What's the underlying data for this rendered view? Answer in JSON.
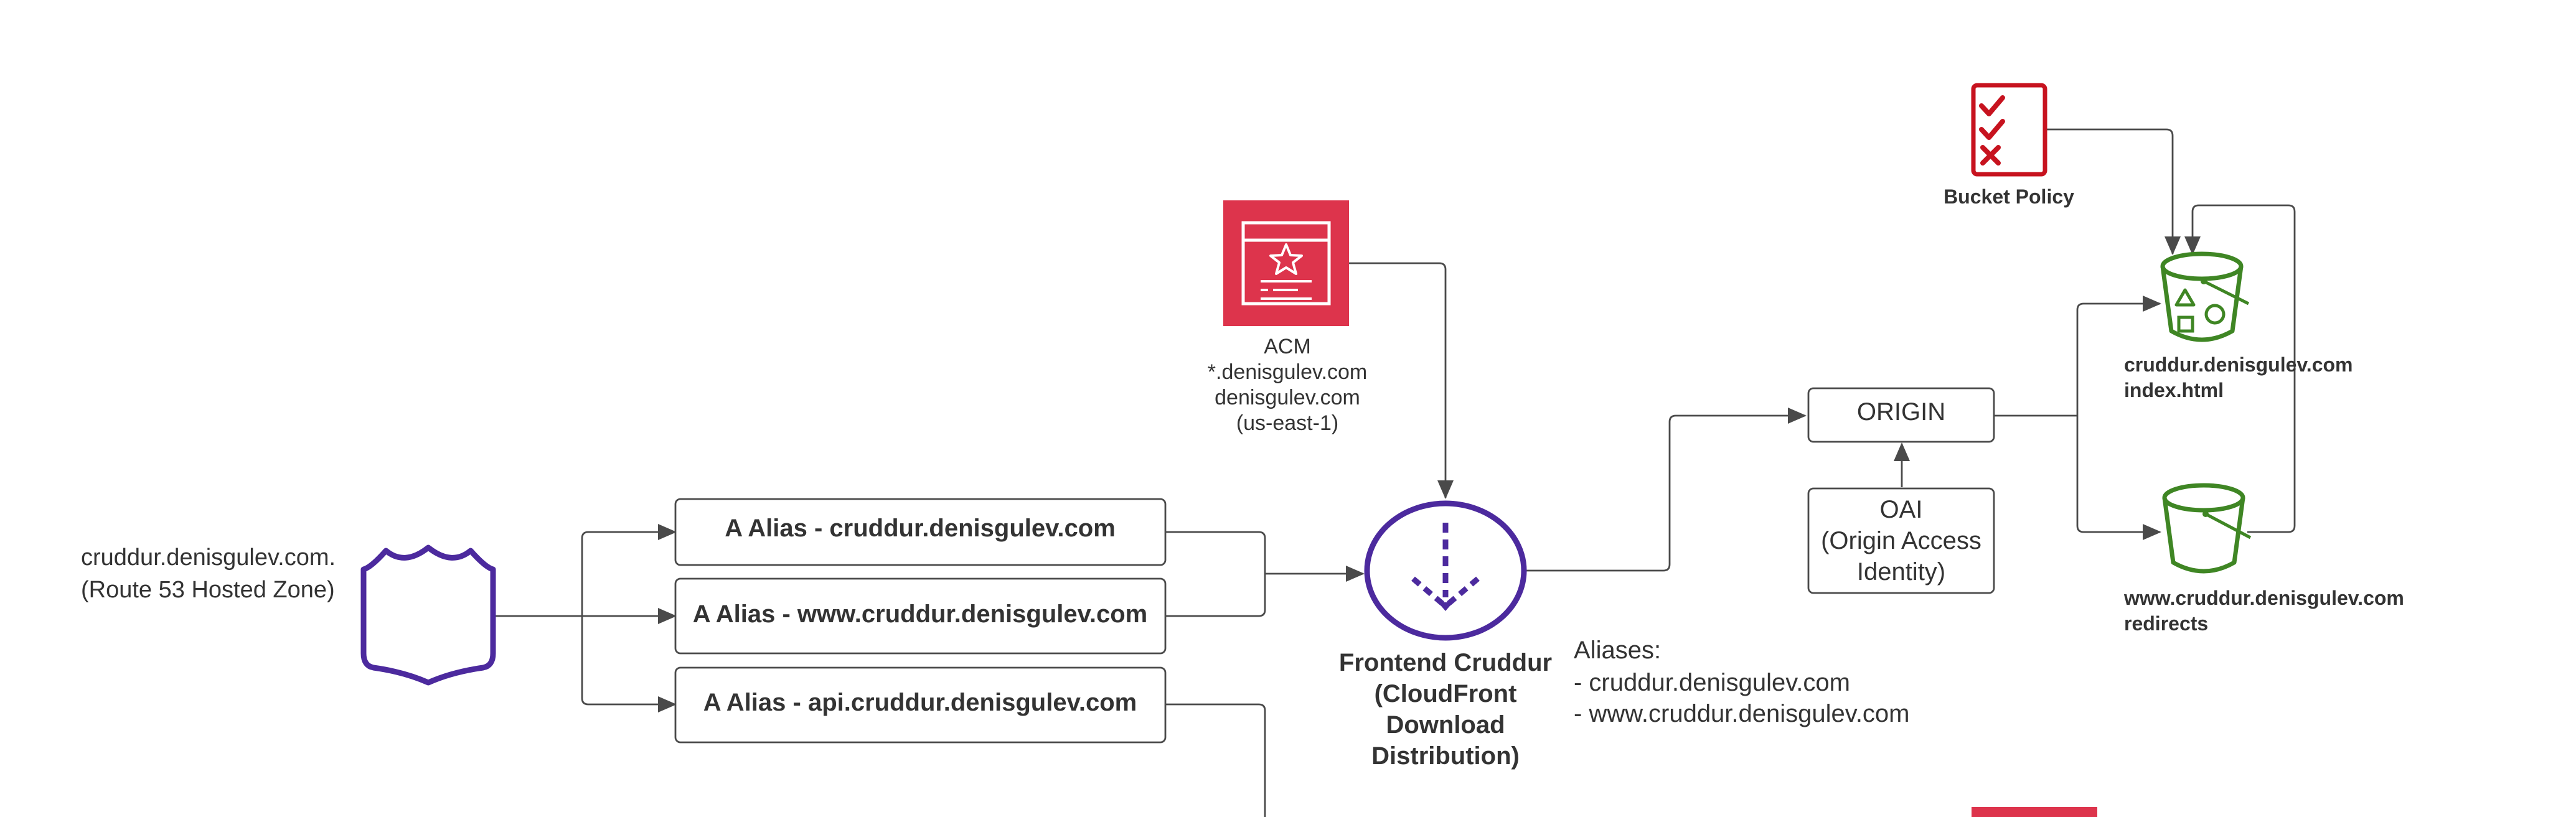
{
  "route53": {
    "label_line1": "cruddur.denisgulev.com.",
    "label_line2": "(Route 53 Hosted Zone)",
    "icon": "shield-icon"
  },
  "records": [
    {
      "label": "A Alias - cruddur.denisgulev.com"
    },
    {
      "label": "A Alias - www.cruddur.denisgulev.com"
    },
    {
      "label": "A Alias - api.cruddur.denisgulev.com"
    }
  ],
  "acm": {
    "icon": "certificate-icon",
    "lines": [
      "ACM",
      "*.denisgulev.com",
      "denisgulev.com",
      "(us-east-1)"
    ]
  },
  "cloudfront": {
    "icon": "cloudfront-download-icon",
    "lines": [
      "Frontend Cruddur",
      "(CloudFront",
      "Download",
      "Distribution)"
    ],
    "aliases_title": "Aliases:",
    "aliases": [
      "- cruddur.denisgulev.com",
      "- www.cruddur.denisgulev.com"
    ]
  },
  "origin": {
    "label": "ORIGIN"
  },
  "oai": {
    "lines": [
      "OAI",
      "(Origin Access",
      "Identity)"
    ]
  },
  "bucket_policy": {
    "icon": "checklist-icon",
    "label": "Bucket Policy"
  },
  "buckets": [
    {
      "icon": "s3-bucket-icon",
      "name": "cruddur.denisgulev.com",
      "note": "index.html"
    },
    {
      "icon": "s3-bucket-icon",
      "name": "www.cruddur.denisgulev.com",
      "note": "redirects"
    }
  ],
  "colors": {
    "purple": "#4c2a9e",
    "acm_red": "#dd344c",
    "policy_red": "#c7131f",
    "s3_green": "#3f8624",
    "connector": "#4a4a4a",
    "text": "#333333"
  }
}
